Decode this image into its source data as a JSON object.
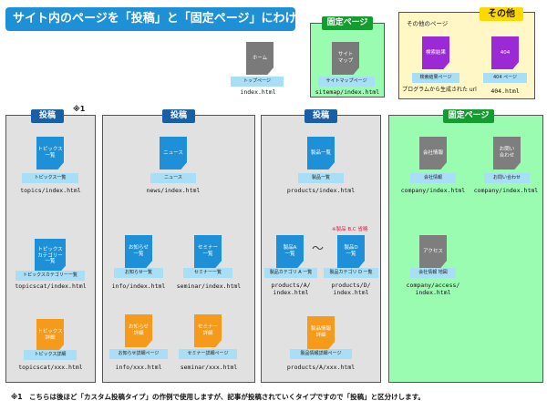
{
  "title": "サイト内のページを「投稿」と「固定ページ」にわける",
  "top": {
    "home": {
      "doc": "ホーム",
      "chip": "トップページ",
      "url": "index.html"
    },
    "fixed": {
      "tag": "固定ページ",
      "doc": "サイト\nマップ",
      "chip": "サイトマップページ",
      "url": "sitemap/index.html"
    },
    "other": {
      "tag": "その他",
      "heading": "その他のページ",
      "search": {
        "doc": "検索結果",
        "chip": "検索結果ページ",
        "url": "プログラムから生成された url"
      },
      "notfound": {
        "doc": "404",
        "chip": "404 ページ",
        "url": "404.html"
      }
    }
  },
  "col1": {
    "tag": "投稿",
    "mark": "※1",
    "a": {
      "doc": "トピックス\n一覧",
      "chip": "トピックス一覧",
      "url": "topics/index.html"
    },
    "b": {
      "doc": "トピックス\nカテゴリー\n一覧",
      "chip": "トピックスカテゴリー一覧",
      "url": "topicscat/index.html"
    },
    "c": {
      "doc": "トピックス\n詳細",
      "chip": "トピックス詳細",
      "url": "topicscat/xxx.html"
    }
  },
  "col2": {
    "tag": "投稿",
    "news": {
      "doc": "ニュース",
      "chip": "ニュース",
      "url": "news/index.html"
    },
    "info": {
      "doc": "お知らせ\n一覧",
      "chip": "お知らせ一覧",
      "url": "info/index.html"
    },
    "seminar": {
      "doc": "セミナー\n一覧",
      "chip": "セミナー一覧",
      "url": "seminar/index.html"
    },
    "infod": {
      "doc": "お知らせ\n詳細",
      "chip": "お知らせ詳細ページ",
      "url": "info/xxx.html"
    },
    "seminard": {
      "doc": "セミナー\n詳細",
      "chip": "セミナー詳細ページ",
      "url": "seminar/xxx.html"
    }
  },
  "col3": {
    "tag": "投稿",
    "products": {
      "doc": "製品一覧",
      "chip": "製品一覧",
      "url": "products/index.html"
    },
    "note": "※製品 B,C 省略",
    "pa": {
      "doc": "製品A\n一覧",
      "chip": "製品カテゴリ A 一覧",
      "url": "products/A/\nindex.html"
    },
    "tilde": "〜",
    "pd": {
      "doc": "製品D\n一覧",
      "chip": "製品カテゴリ D 一覧",
      "url": "products/D/\nindex.html"
    },
    "pdetail": {
      "doc": "製品情報\n詳細",
      "chip": "製品情報詳細ページ",
      "url": "products/A/xxx.html"
    }
  },
  "col4": {
    "tag": "固定ページ",
    "company": {
      "doc": "会社情報",
      "chip": "会社情報",
      "url": "company/index.html"
    },
    "contact": {
      "doc": "お問い\n合わせ",
      "chip": "お問い合わせ",
      "url": "company/index.html"
    },
    "access": {
      "doc": "アクセス",
      "chip": "会社情報 地図",
      "url": "company/access/\nindex.html"
    }
  },
  "footnote": "※1　こちらは後ほど「カスタム投稿タイプ」の作例で使用しますが、記事が投稿されていくタイプですので「投稿」と区分けします。"
}
